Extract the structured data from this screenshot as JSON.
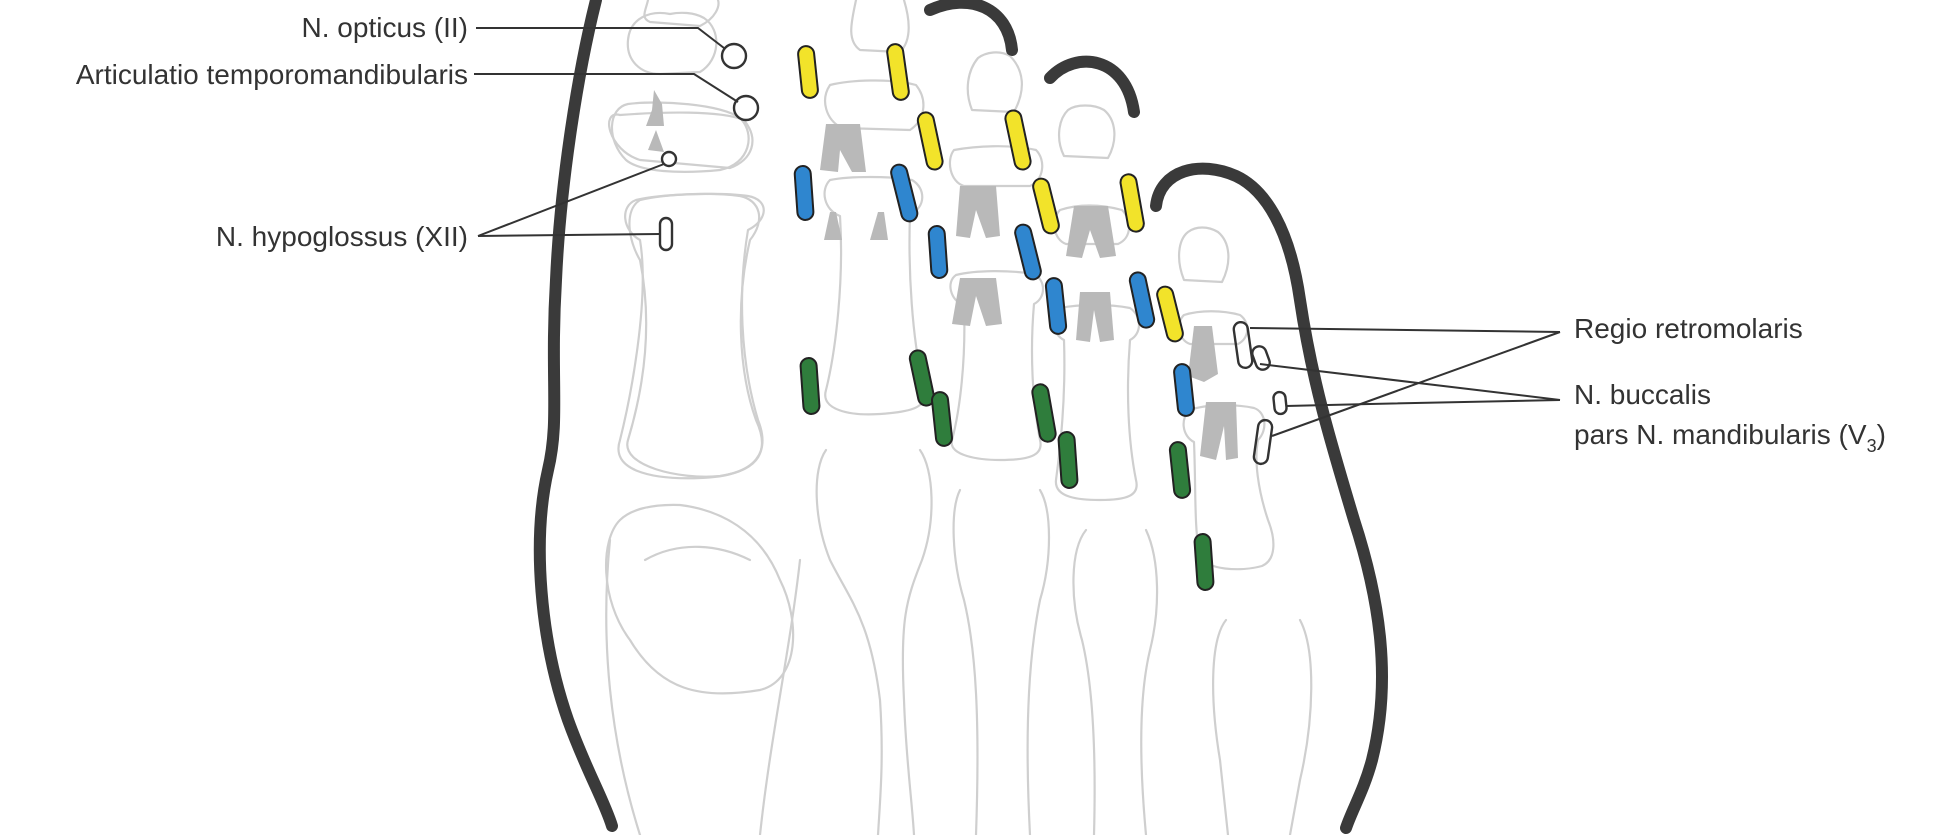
{
  "labels": {
    "opticus": "N. opticus (II)",
    "temporomandibularis": "Articulatio temporomandibularis",
    "hypoglossus": "N. hypoglossus (XII)",
    "retromolaris": "Regio retromolaris",
    "buccalis_line1": "N. buccalis",
    "buccalis_line2": "pars N. mandibularis (V",
    "buccalis_sub": "3",
    "buccalis_close": ")"
  },
  "colors": {
    "yellow": "#f2e32a",
    "blue": "#2f86cf",
    "green": "#2f7d3c",
    "outline": "#3a3a3a",
    "bone": "#cfcfcf",
    "text": "#333333"
  }
}
